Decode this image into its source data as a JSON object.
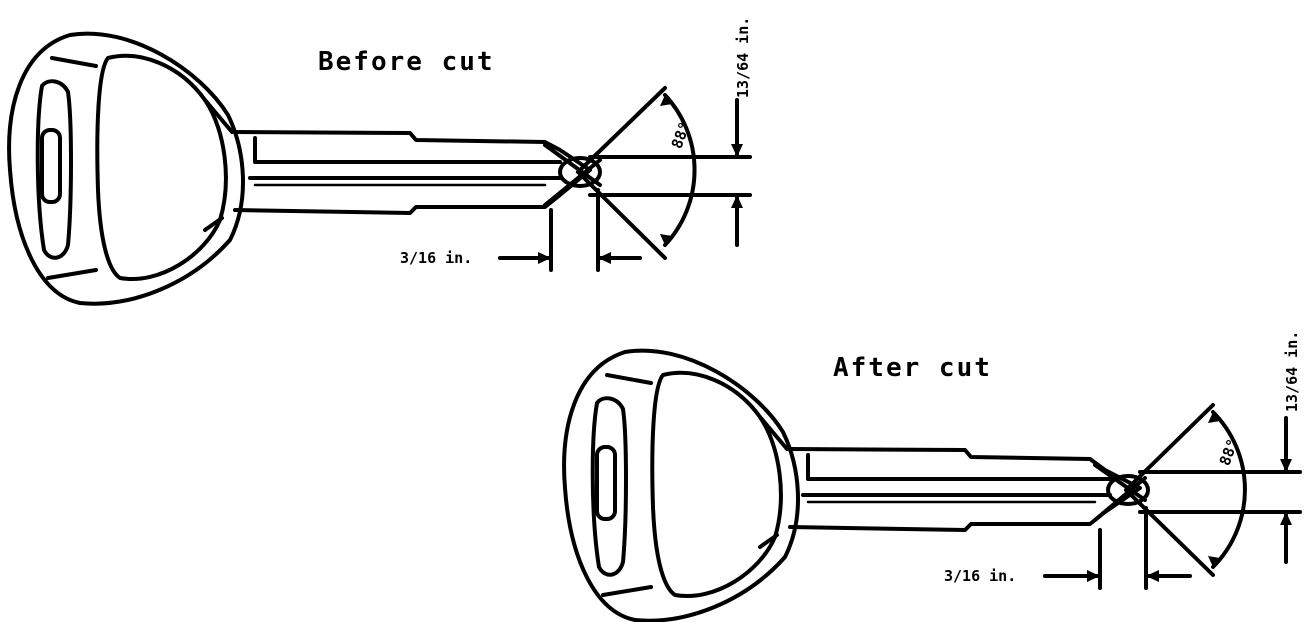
{
  "before": {
    "title": "Before cut",
    "width_label": "3/16 in.",
    "depth_label": "13/64 in.",
    "angle_label": "88°"
  },
  "after": {
    "title": "After cut",
    "width_label": "3/16 in.",
    "depth_label": "13/64 in.",
    "angle_label": "88°"
  }
}
